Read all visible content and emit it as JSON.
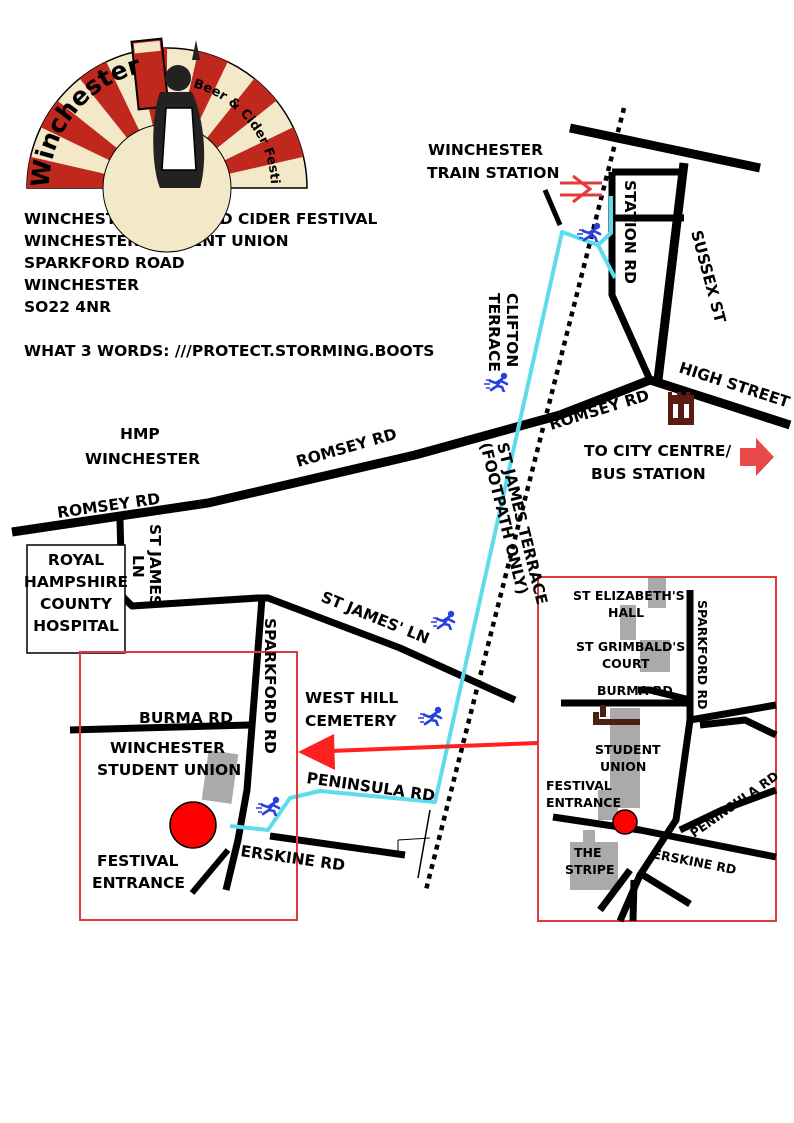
{
  "logo": {
    "town": "Winchester",
    "event": "Beer & Cider Festival",
    "colors": {
      "ray": "#c0281e",
      "background": "#f3e9c9"
    }
  },
  "address": {
    "lines": [
      "WINCHESTER BEER AND CIDER FESTIVAL",
      "WINCHESTER STUDENT UNION",
      "SPARKFORD ROAD",
      "WINCHESTER",
      "SO22 4NR"
    ],
    "what3words": "WHAT 3 WORDS: ///PROTECT.STORMING.BOOTS"
  },
  "labels": {
    "train_station": [
      "WINCHESTER",
      "TRAIN STATION"
    ],
    "station_rd": "STATION RD",
    "sussex_st": "SUSSEX ST",
    "high_street": "HIGH STREET",
    "clifton_terrace": [
      "CLIFTON",
      "TERRACE"
    ],
    "romsey_rd_right": "ROMSEY RD",
    "romsey_rd_mid": "ROMSEY RD",
    "romsey_rd_left": "ROMSEY RD",
    "hmp": [
      "HMP",
      "WINCHESTER"
    ],
    "city_centre": [
      "TO CITY CENTRE/",
      "BUS STATION"
    ],
    "st_james_terrace": [
      "ST JAMES TERRACE",
      "(FOOTPATH ONLY)"
    ],
    "royal_hospital": [
      "ROYAL",
      "HAMPSHIRE",
      "COUNTY",
      "HOSPITAL"
    ],
    "st_james_ln": [
      "ST JAMES",
      "LN"
    ],
    "st_james_ln2": "ST JAMES' LN",
    "sparkford_rd": "SPARKFORD RD",
    "west_hill": [
      "WEST HILL",
      "CEMETERY"
    ],
    "burma_rd": "BURMA RD",
    "student_union": [
      "WINCHESTER",
      "STUDENT UNION"
    ],
    "peninsula_rd": "PENINSULA RD",
    "erskine_rd": "ERSKINE RD",
    "festival_entrance": [
      "FESTIVAL",
      "ENTRANCE"
    ]
  },
  "inset": {
    "st_elizabeths": [
      "ST ELIZABETH'S",
      "HALL"
    ],
    "st_grimbalds": [
      "ST GRIMBALD'S",
      "COURT"
    ],
    "burma_rd": "BURMA RD",
    "sparkford_rd": "SPARKFORD RD",
    "student_union": [
      "STUDENT",
      "UNION"
    ],
    "festival_entrance": [
      "FESTIVAL",
      "ENTRANCE"
    ],
    "peninsula_rd": "PENINSULA RD",
    "the_stripe": [
      "THE",
      "STRIPE"
    ],
    "erskine_rd": "ERSKINE RD"
  },
  "icons": {
    "walker": "walking-person-icon",
    "rail": "national-rail-icon",
    "westgate": "westgate-landmark-icon",
    "arrow": "arrow-right-icon"
  },
  "colors": {
    "road": "#000000",
    "walking_route": "#5cdcec",
    "entrance": "#ff0000",
    "inset_frame": "#e03a3a",
    "pointer_arrow": "#ff2020",
    "building": "#aaaaaa",
    "city_arrow": "#e84a4a",
    "rail": "#e53a3a"
  }
}
